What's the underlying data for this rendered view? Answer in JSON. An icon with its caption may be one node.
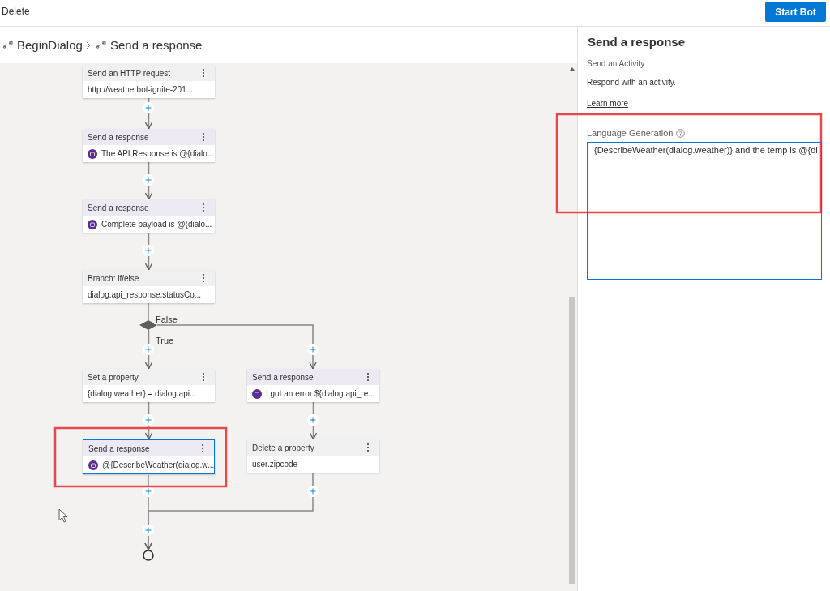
{
  "diagram": {
    "nodes": [
      {
        "text": [
          "Send an HTTP request",
          "http://weatherbot-ignite-201..."
        ]
      },
      {
        "text": [
          "Send a response",
          "The API Response is @{dialo..."
        ]
      },
      {
        "text": [
          "Send a response",
          "Complete payload is @{dialo..."
        ]
      },
      {
        "text": [
          "Branch: if/else",
          "dialog.api_response.statusCo..."
        ]
      },
      {
        "text": [],
        "shape": "diamond"
      },
      {
        "text": [
          "Set a property",
          "{dialog.weather} = dialog.api..."
        ]
      },
      {
        "text": [
          "Send a response",
          "I got an error ${dialog.api_re..."
        ]
      },
      {
        "text": [
          "Send a response",
          "@{DescribeWeather(dialog.w..."
        ]
      },
      {
        "text": [
          "Delete a property",
          "user.zipcode"
        ]
      },
      {
        "text": [],
        "shape": "circle"
      }
    ],
    "edges": [
      {
        "from": 0,
        "to": 1,
        "arrow": "to"
      },
      {
        "from": 1,
        "to": 2,
        "arrow": "to"
      },
      {
        "from": 2,
        "to": 3,
        "arrow": "to"
      },
      {
        "from": 3,
        "to": 4,
        "arrow": "none"
      },
      {
        "from": 4,
        "to": 5,
        "arrow": "to",
        "label": "True"
      },
      {
        "from": 4,
        "to": 6,
        "arrow": "to",
        "label": "False"
      },
      {
        "from": 5,
        "to": 7,
        "arrow": "to"
      },
      {
        "from": 6,
        "to": 8,
        "arrow": "to"
      },
      {
        "from": 7,
        "to": 9,
        "arrow": "to"
      },
      {
        "from": 8,
        "to": 9,
        "arrow": "to"
      }
    ],
    "labels": [
      "Delete",
      "Start Bot",
      "BeginDialog",
      "Send a response",
      "Send a response",
      "Send an Activity",
      "Respond with an activity.",
      "Learn more",
      "Language Generation",
      "{DescribeWeather(dialog.weather)} and the temp is @{di"
    ]
  }
}
